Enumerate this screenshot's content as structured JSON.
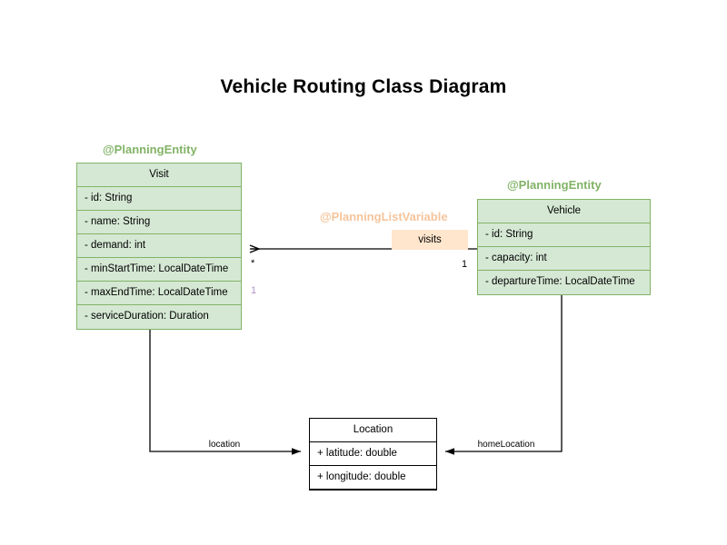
{
  "title": "Vehicle Routing Class Diagram",
  "colors": {
    "entity_fill": "#d5e8d4",
    "entity_border": "#82b366",
    "entity_annotation": "#82b366",
    "list_variable_annotation": "#f5c49b",
    "badge_fill": "#ffe6cc",
    "plain_border": "#000000",
    "plain_fill": "#ffffff",
    "connector": "#000000",
    "multiplicity_muted": "#b391c8",
    "background": "#ffffff"
  },
  "classes": {
    "visit": {
      "annotation": "@PlanningEntity",
      "name": "Visit",
      "attributes": [
        "- id: String",
        "- name: String",
        "- demand: int",
        "- minStartTime: LocalDateTime",
        "- maxEndTime: LocalDateTime",
        "- serviceDuration: Duration"
      ]
    },
    "vehicle": {
      "annotation": "@PlanningEntity",
      "name": "Vehicle",
      "attributes": [
        "- id: String",
        "- capacity: int",
        "- departureTime: LocalDateTime"
      ]
    },
    "location": {
      "name": "Location",
      "attributes": [
        "+ latitude: double",
        "+ longitude: double"
      ]
    }
  },
  "relationships": {
    "visits": {
      "annotation": "@PlanningListVariable",
      "label": "visits",
      "source": "Vehicle",
      "target": "Visit",
      "source_multiplicity": "1",
      "target_multiplicity": "*",
      "target_multiplicity_secondary": "1"
    },
    "location": {
      "label": "location",
      "source": "Visit",
      "target": "Location"
    },
    "home_location": {
      "label": "homeLocation",
      "source": "Vehicle",
      "target": "Location"
    }
  }
}
